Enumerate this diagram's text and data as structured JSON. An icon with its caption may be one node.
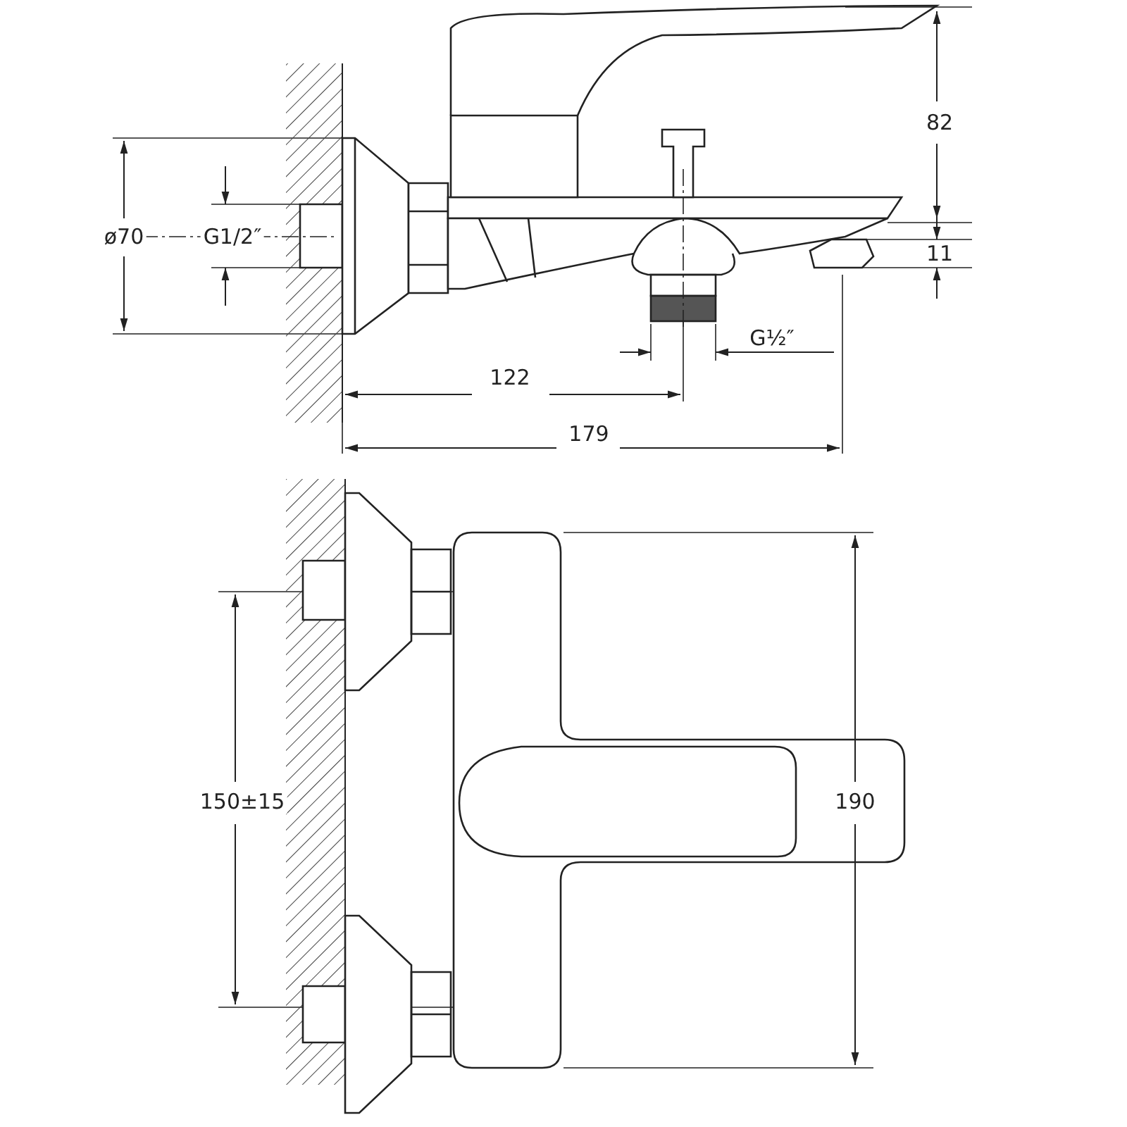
{
  "diagram": {
    "labels": [
      "82",
      "ø70",
      "G1/2″",
      "11",
      "G½″",
      "122",
      "179",
      "150±15",
      "190"
    ]
  }
}
